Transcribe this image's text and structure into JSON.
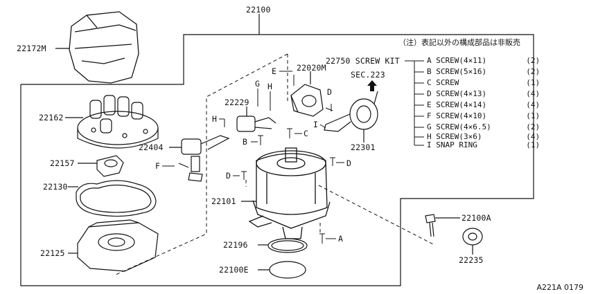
{
  "note": "（注）表記以外の構成部品は非販売",
  "drawing_code": "A221A 0179",
  "main_part": "22100",
  "screw_kit": {
    "label": "22750 SCREW KIT",
    "items": [
      {
        "key": "A",
        "desc": "SCREW(4×11)",
        "qty": "(2)"
      },
      {
        "key": "B",
        "desc": "SCREW(5×16)",
        "qty": "(2)"
      },
      {
        "key": "C",
        "desc": "SCREW",
        "qty": "(1)"
      },
      {
        "key": "D",
        "desc": "SCREW(4×13)",
        "qty": "(4)"
      },
      {
        "key": "E",
        "desc": "SCREW(4×14)",
        "qty": "(4)"
      },
      {
        "key": "F",
        "desc": "SCREW(4×10)",
        "qty": "(1)"
      },
      {
        "key": "G",
        "desc": "SCREW(4×6.5)",
        "qty": "(2)"
      },
      {
        "key": "H",
        "desc": "SCREW(3×6)",
        "qty": "(4)"
      },
      {
        "key": "I",
        "desc": "SNAP RING",
        "qty": "(1)"
      }
    ]
  },
  "parts": {
    "p22172M": "22172M",
    "p22162": "22162",
    "p22157": "22157",
    "p22130": "22130",
    "p22125": "22125",
    "p22404": "22404",
    "p22229": "22229",
    "p22020M": "22020M",
    "p22301": "22301",
    "sec": "SEC.223",
    "p22101": "22101",
    "p22196": "22196",
    "p22100E": "22100E",
    "p22100A": "22100A",
    "p22235": "22235"
  },
  "letters": {
    "A": "A",
    "B": "B",
    "C": "C",
    "D": "D",
    "E": "E",
    "F": "F",
    "G": "G",
    "H": "H",
    "I": "I"
  }
}
